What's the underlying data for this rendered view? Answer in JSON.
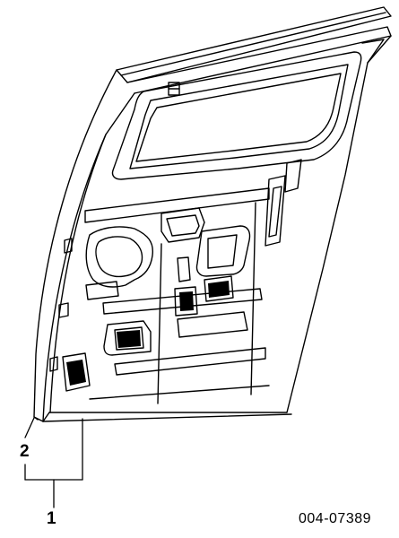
{
  "callouts": {
    "assembly": "1",
    "panel": "2"
  },
  "catalog_code": "004-07389"
}
